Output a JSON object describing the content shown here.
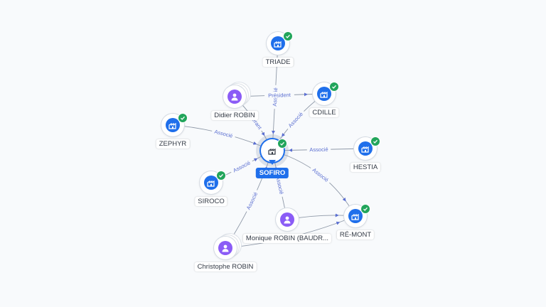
{
  "colors": {
    "company": "#1f6feb",
    "person": "#8b5cf6",
    "verified": "#22a55b",
    "edge": "#8f99a8",
    "edge_label": "#5b6fd1"
  },
  "nodes": [
    {
      "id": "sofiro",
      "label": "SOFIRO",
      "kind": "company",
      "center": true,
      "verified": true,
      "icon": "building-icon"
    },
    {
      "id": "triade",
      "label": "TRIADE",
      "kind": "company",
      "verified": true,
      "icon": "building-icon"
    },
    {
      "id": "didier",
      "label": "Didier ROBIN",
      "kind": "person",
      "stacked": true,
      "icon": "person-icon"
    },
    {
      "id": "cdille",
      "label": "CDILLE",
      "kind": "company",
      "verified": true,
      "icon": "building-icon"
    },
    {
      "id": "zephyr",
      "label": "ZEPHYR",
      "kind": "company",
      "verified": true,
      "icon": "building-icon"
    },
    {
      "id": "hestia",
      "label": "HESTIA",
      "kind": "company",
      "verified": true,
      "icon": "building-icon"
    },
    {
      "id": "siroco",
      "label": "SIROCO",
      "kind": "company",
      "verified": true,
      "icon": "building-icon"
    },
    {
      "id": "monique",
      "label": "Monique ROBIN (BAUDR...",
      "kind": "person",
      "icon": "person-icon"
    },
    {
      "id": "remont",
      "label": "RÉ-MONT",
      "kind": "company",
      "verified": true,
      "icon": "building-icon"
    },
    {
      "id": "christophe",
      "label": "Christophe ROBIN",
      "kind": "person",
      "stacked": true,
      "icon": "person-icon"
    }
  ],
  "edges": [
    {
      "from": "triade",
      "to": "sofiro",
      "label": "Associé"
    },
    {
      "from": "didier",
      "to": "cdille",
      "label": "Président"
    },
    {
      "from": "didier",
      "to": "sofiro",
      "label": "Gérant"
    },
    {
      "from": "cdille",
      "to": "sofiro",
      "label": "Associé"
    },
    {
      "from": "zephyr",
      "to": "sofiro",
      "label": "Associé"
    },
    {
      "from": "hestia",
      "to": "sofiro",
      "label": "Associé"
    },
    {
      "from": "siroco",
      "to": "sofiro",
      "label": "Associé"
    },
    {
      "from": "sofiro",
      "to": "remont",
      "label": "Associé"
    },
    {
      "from": "monique",
      "to": "sofiro",
      "label": "Associé"
    },
    {
      "from": "christophe",
      "to": "sofiro",
      "label": "Associé"
    },
    {
      "from": "christophe",
      "to": "remont",
      "label": ""
    },
    {
      "from": "monique",
      "to": "remont",
      "label": ""
    }
  ]
}
